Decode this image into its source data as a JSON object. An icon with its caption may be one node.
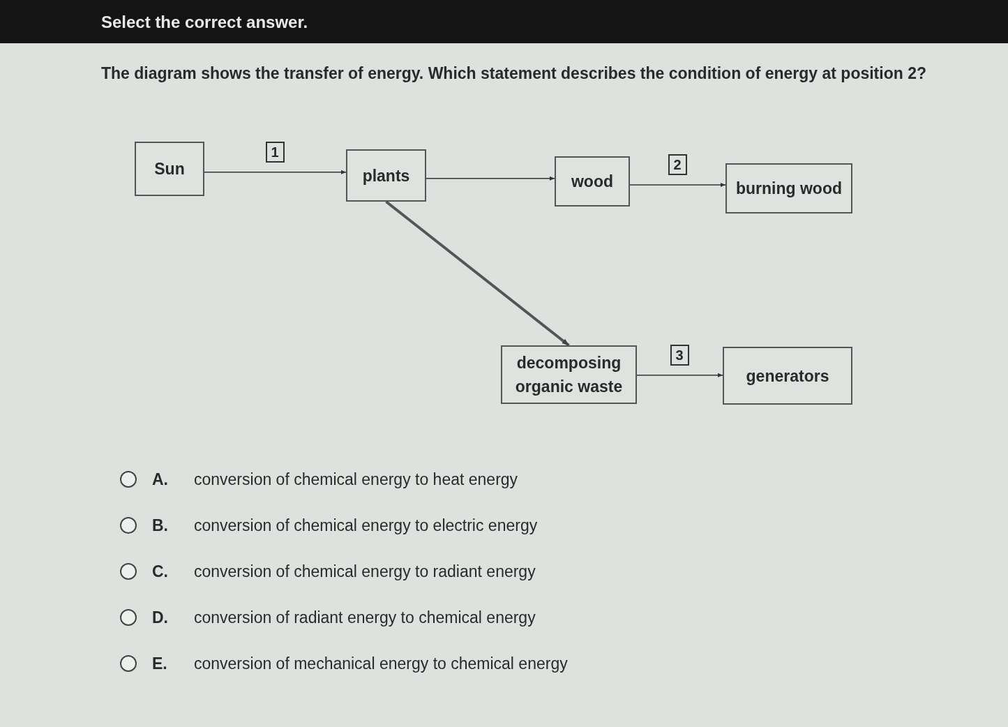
{
  "diagram": {
    "title": "Select the correct answer.",
    "nodes": [
      {
        "text": [
          "Sun"
        ]
      },
      {
        "text": [
          "plants"
        ]
      },
      {
        "text": [
          "wood"
        ]
      },
      {
        "text": [
          "burning wood"
        ]
      },
      {
        "text": [
          "decomposing organic waste"
        ]
      },
      {
        "text": [
          "generators"
        ]
      }
    ],
    "edges": [
      {
        "from": 0,
        "to": 1,
        "arrow": "to",
        "label": "1"
      },
      {
        "from": 1,
        "to": 2,
        "arrow": "to"
      },
      {
        "from": 2,
        "to": 3,
        "arrow": "to",
        "label": "2"
      },
      {
        "from": 1,
        "to": 4,
        "arrow": "to",
        "style": "thick"
      },
      {
        "from": 4,
        "to": 5,
        "arrow": "to",
        "label": "3"
      }
    ],
    "labels": [
      "The diagram shows the transfer of energy. Which statement describes the condition of energy at position 2?",
      "A.",
      "conversion of chemical energy to heat energy",
      "B.",
      "conversion of chemical energy to electric energy",
      "C.",
      "conversion of chemical energy to radiant energy",
      "D.",
      "conversion of radiant energy to chemical energy",
      "E.",
      "conversion of mechanical energy to chemical energy"
    ]
  }
}
